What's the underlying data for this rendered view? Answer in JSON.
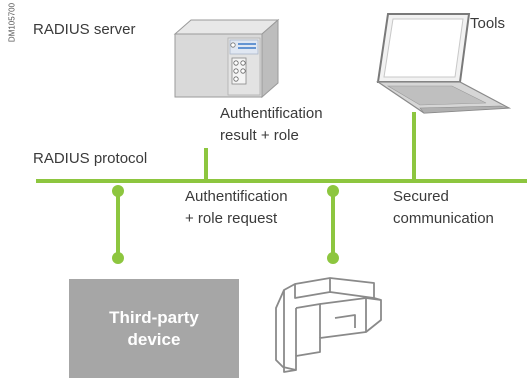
{
  "doc_id": "DM105700",
  "labels": {
    "radius_server": "RADIUS server",
    "tools": "Tools",
    "auth_result_line1": "Authentification",
    "auth_result_line2": "result + role",
    "radius_protocol": "RADIUS protocol",
    "auth_request_line1": "Authentification",
    "auth_request_line2": "+ role request",
    "secured_line1": "Secured",
    "secured_line2": "communication",
    "third_party_device": "Third-party\ndevice"
  },
  "colors": {
    "bus_green": "#8dc63f",
    "device_gray": "#a6a6a6",
    "outline_gray": "#8a8a8a"
  }
}
